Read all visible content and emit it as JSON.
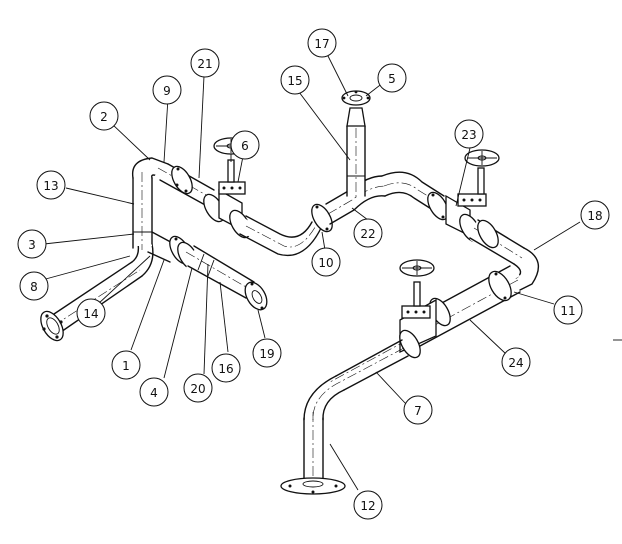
{
  "balloons": [
    {
      "id": "b1",
      "label": "1"
    },
    {
      "id": "b2",
      "label": "2"
    },
    {
      "id": "b3",
      "label": "3"
    },
    {
      "id": "b4",
      "label": "4"
    },
    {
      "id": "b5",
      "label": "5"
    },
    {
      "id": "b6",
      "label": "6"
    },
    {
      "id": "b7",
      "label": "7"
    },
    {
      "id": "b8",
      "label": "8"
    },
    {
      "id": "b9",
      "label": "9"
    },
    {
      "id": "b10",
      "label": "10"
    },
    {
      "id": "b11",
      "label": "11"
    },
    {
      "id": "b12",
      "label": "12"
    },
    {
      "id": "b13",
      "label": "13"
    },
    {
      "id": "b14",
      "label": "14"
    },
    {
      "id": "b15",
      "label": "15"
    },
    {
      "id": "b16",
      "label": "16"
    },
    {
      "id": "b17",
      "label": "17"
    },
    {
      "id": "b18",
      "label": "18"
    },
    {
      "id": "b19",
      "label": "19"
    },
    {
      "id": "b20",
      "label": "20"
    },
    {
      "id": "b21",
      "label": "21"
    },
    {
      "id": "b22",
      "label": "22"
    },
    {
      "id": "b23",
      "label": "23"
    },
    {
      "id": "b24",
      "label": "24"
    }
  ]
}
